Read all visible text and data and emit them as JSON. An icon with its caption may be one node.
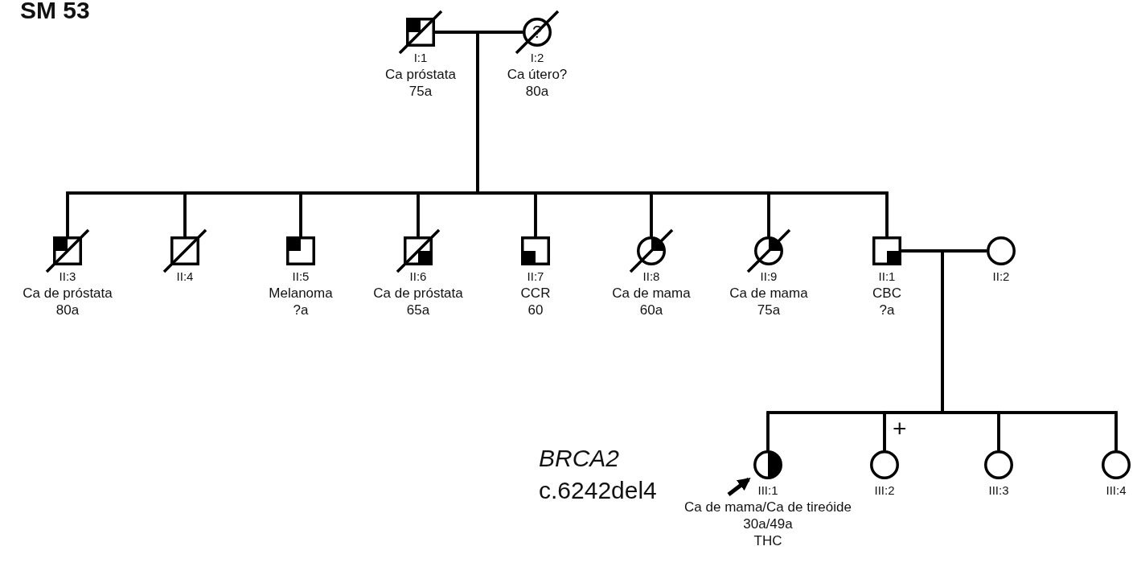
{
  "diagram": {
    "title": "SM 53",
    "nodes": [
      {
        "text": [
          "I:1",
          "Ca próstata",
          "75a"
        ]
      },
      {
        "text": [
          "?",
          "I:2",
          "Ca útero?",
          "80a"
        ]
      },
      {
        "text": [
          "II:3",
          "Ca de próstata",
          "80a"
        ]
      },
      {
        "text": [
          "II:4"
        ]
      },
      {
        "text": [
          "II:5",
          "Melanoma",
          "?a"
        ]
      },
      {
        "text": [
          "II:6",
          "Ca de próstata",
          "65a"
        ]
      },
      {
        "text": [
          "II:7",
          "CCR",
          "60"
        ]
      },
      {
        "text": [
          "II:8",
          "Ca de mama",
          "60a"
        ]
      },
      {
        "text": [
          "II:9",
          "Ca de mama",
          "75a"
        ]
      },
      {
        "text": [
          "II:1",
          "CBC",
          "?a"
        ]
      },
      {
        "text": [
          "II:2"
        ]
      },
      {
        "text": [
          "III:1",
          "Ca de mama/Ca de tireóide",
          "30a/49a",
          "THC"
        ]
      },
      {
        "text": [
          "III:2"
        ],
        "beside": [
          "+"
        ]
      },
      {
        "text": [
          "III:3"
        ]
      },
      {
        "text": [
          "III:4"
        ]
      }
    ],
    "edges": [
      {
        "from": 0,
        "to": 1,
        "arrow": "none"
      },
      {
        "from": 0,
        "to": 2,
        "arrow": "none"
      },
      {
        "from": 0,
        "to": 3,
        "arrow": "none"
      },
      {
        "from": 0,
        "to": 4,
        "arrow": "none"
      },
      {
        "from": 0,
        "to": 5,
        "arrow": "none"
      },
      {
        "from": 0,
        "to": 6,
        "arrow": "none"
      },
      {
        "from": 0,
        "to": 7,
        "arrow": "none"
      },
      {
        "from": 0,
        "to": 8,
        "arrow": "none"
      },
      {
        "from": 0,
        "to": 9,
        "arrow": "none"
      },
      {
        "from": 1,
        "to": 2,
        "arrow": "none"
      },
      {
        "from": 1,
        "to": 3,
        "arrow": "none"
      },
      {
        "from": 1,
        "to": 4,
        "arrow": "none"
      },
      {
        "from": 1,
        "to": 5,
        "arrow": "none"
      },
      {
        "from": 1,
        "to": 6,
        "arrow": "none"
      },
      {
        "from": 1,
        "to": 7,
        "arrow": "none"
      },
      {
        "from": 1,
        "to": 8,
        "arrow": "none"
      },
      {
        "from": 1,
        "to": 9,
        "arrow": "none"
      },
      {
        "from": 9,
        "to": 10,
        "arrow": "none"
      },
      {
        "from": 9,
        "to": 11,
        "arrow": "none"
      },
      {
        "from": 9,
        "to": 12,
        "arrow": "none"
      },
      {
        "from": 9,
        "to": 13,
        "arrow": "none"
      },
      {
        "from": 9,
        "to": 14,
        "arrow": "none"
      },
      {
        "from": 10,
        "to": 11,
        "arrow": "none"
      },
      {
        "from": 10,
        "to": 12,
        "arrow": "none"
      },
      {
        "from": 10,
        "to": 13,
        "arrow": "none"
      },
      {
        "from": 10,
        "to": 14,
        "arrow": "none"
      },
      {
        "from": null,
        "to": 11,
        "arrow": "to"
      }
    ],
    "labels": [
      "BRCA2",
      "c.6242del4"
    ]
  }
}
